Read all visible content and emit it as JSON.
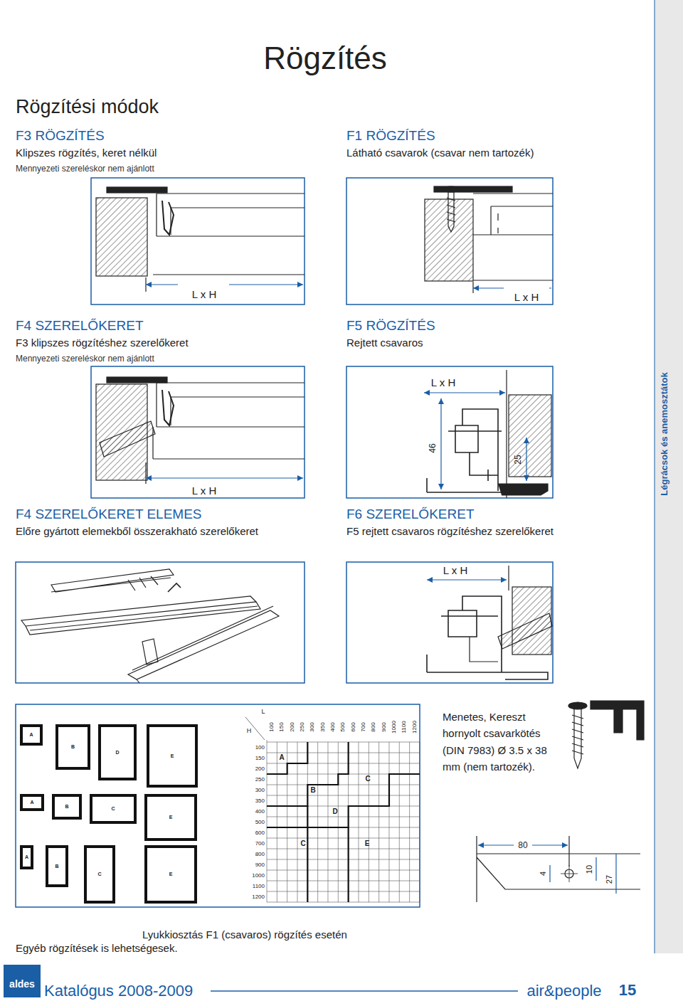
{
  "diagram": {
    "title": "Rögzítés",
    "nodes": [
      {
        "text": [
          "F3 RÖGZÍTÉS",
          "Klipszes rögzítés, keret nélkül",
          "Mennyezeti szereléskor nem ajánlott"
        ]
      },
      {
        "text": [
          "F1 RÖGZÍTÉS",
          "Látható csavarok (csavar nem tartozék)"
        ]
      },
      {
        "text": [
          "F4 SZERELŐKERET",
          "F3 klipszes rögzítéshez szerelőkeret",
          "Mennyezeti szereléskor nem ajánlott"
        ]
      },
      {
        "text": [
          "F5 RÖGZÍTÉS",
          "Rejtett csavaros"
        ]
      },
      {
        "text": [
          "F4 SZERELŐKERET ELEMES",
          "Előre gyártott elemekből összerakható szerelőkeret"
        ]
      },
      {
        "text": [
          "F6 SZERELŐKERET",
          "F5 rejtett csavaros rögzítéshez szerelőkeret"
        ]
      },
      {
        "text": [
          "Lyukkiosztás F1 (csavaros) rögzítés esetén"
        ]
      }
    ],
    "labels": [
      "Rögzítési módok",
      "L x H",
      "L x H",
      "L x H",
      "46",
      "25",
      "Légrácsok és anemosztátok",
      "L x H",
      "L x H",
      "Menetes, Kereszt hornyolt csavarkötés (DIN 7983) Ø 3.5 x 38 mm (nem tartozék).",
      "80",
      "4",
      "10",
      "27",
      "L",
      "H",
      "100",
      "150",
      "200",
      "250",
      "300",
      "350",
      "400",
      "500",
      "600",
      "700",
      "800",
      "900",
      "1000",
      "1100",
      "1200",
      "100",
      "150",
      "200",
      "250",
      "300",
      "350",
      "400",
      "500",
      "600",
      "700",
      "800",
      "900",
      "1000",
      "1100",
      "1200",
      "A",
      "B",
      "C",
      "D",
      "C",
      "E",
      "A",
      "B",
      "D",
      "E",
      "A",
      "B",
      "C",
      "E",
      "A",
      "B",
      "C",
      "E",
      "Egyéb rögzítések is lehetségesek.",
      "aldes",
      "Katalógus 2008-2009",
      "air&people",
      "15"
    ]
  }
}
